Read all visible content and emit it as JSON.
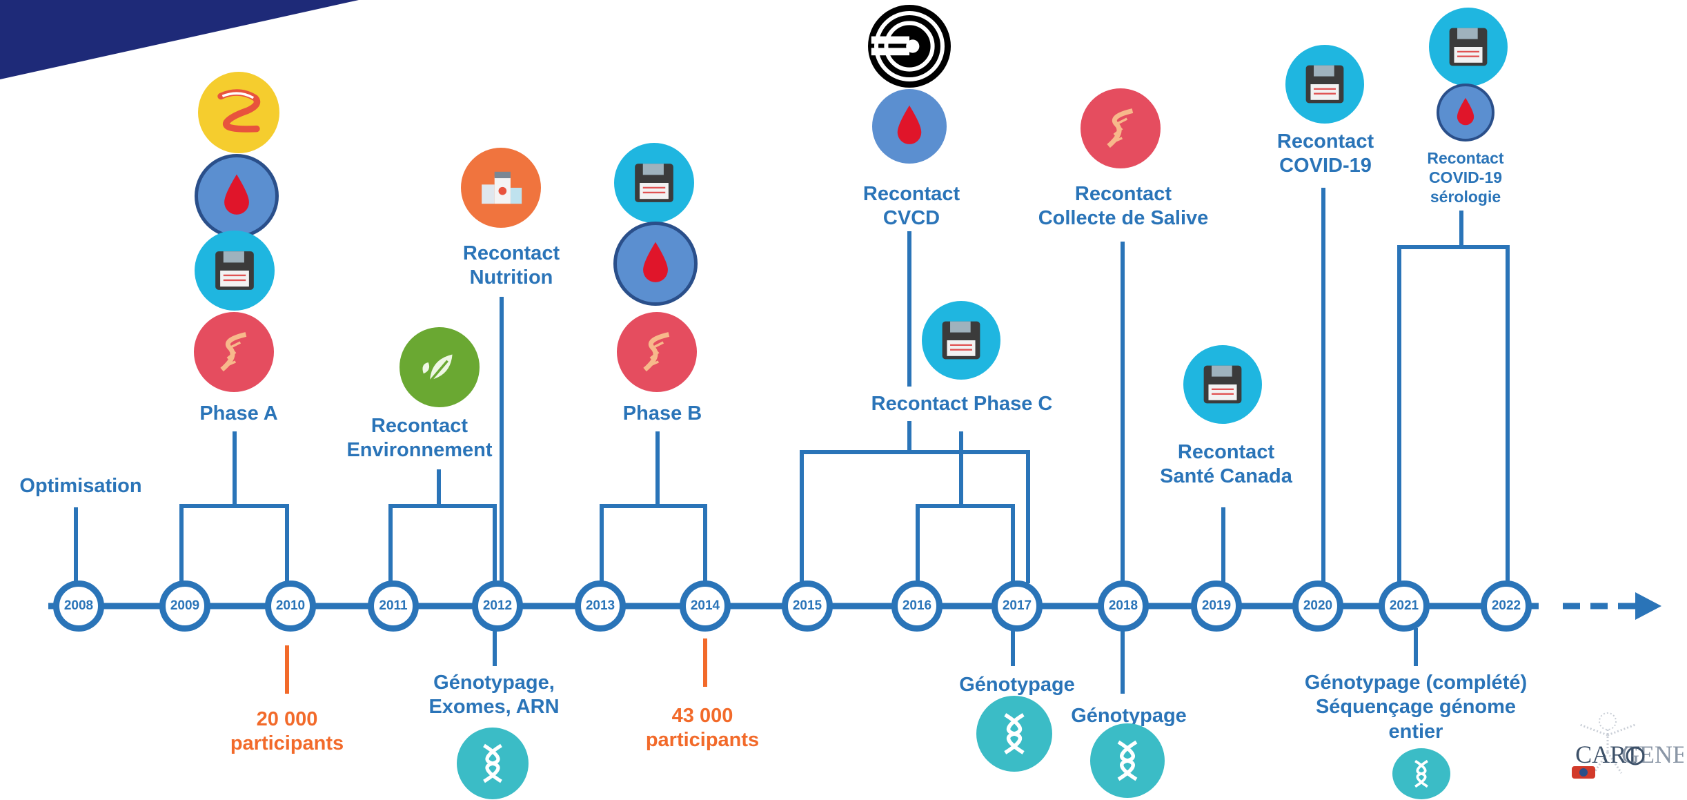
{
  "years": [
    "2008",
    "2009",
    "2010",
    "2011",
    "2012",
    "2013",
    "2014",
    "2015",
    "2016",
    "2017",
    "2018",
    "2019",
    "2020",
    "2021",
    "2022"
  ],
  "labels": {
    "optimisation": "Optimisation",
    "phase_a": "Phase A",
    "recontact_env": [
      "Recontact",
      "Environnement"
    ],
    "recontact_nutrition": [
      "Recontact",
      "Nutrition"
    ],
    "phase_b": "Phase B",
    "recontact_cvcd": [
      "Recontact",
      "CVCD"
    ],
    "recontact_phase_c": "Recontact Phase C",
    "recontact_salive": [
      "Recontact",
      "Collecte de Salive"
    ],
    "recontact_sante_canada": [
      "Recontact",
      "Santé Canada"
    ],
    "recontact_covid": [
      "Recontact",
      "COVID-19"
    ],
    "recontact_covid_sero": [
      "Recontact",
      "COVID-19",
      "sérologie"
    ],
    "genotypage_exomes": [
      "Génotypage,",
      "Exomes, ARN"
    ],
    "genotypage_2017": "Génotypage",
    "genotypage_2018": "Génotypage",
    "genotypage_2021": [
      "Génotypage (complété)",
      "Séquençage génome",
      "entier"
    ],
    "participants_20000": [
      "20 000",
      "participants"
    ],
    "participants_43000": [
      "43 000",
      "participants"
    ]
  },
  "logo_text": "CARTaGENE",
  "colors": {
    "timeline": "#2a74b8",
    "milestone": "#f26a2a",
    "corner": "#1e2a78",
    "blood": "#5b8fd0",
    "disk": "#1fb6e0",
    "dna": "#e54d5f",
    "leaf": "#6aa832",
    "pills": "#f5cd2e",
    "food": "#f0743e",
    "dna_teal": "#3bbcc6"
  },
  "icons": [
    "pills-icon",
    "blood-drop-icon",
    "floppy-disk-icon",
    "dna-icon",
    "leaf-icon",
    "food-jars-icon",
    "scanner-icon",
    "dna-teal-icon"
  ]
}
